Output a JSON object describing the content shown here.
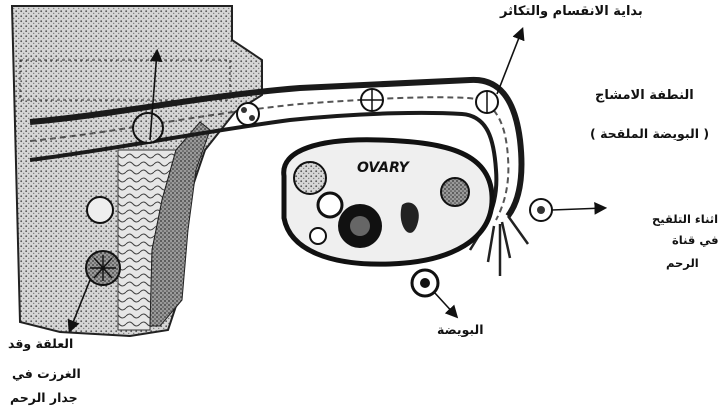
{
  "labels": {
    "cleavage_start": "بداية الانقسام والتكاثر",
    "embryo_line1": "النطفة الامشاج",
    "embryo_line2": "( البويضة الملقحة )",
    "fertilization_line1": "اثناء التلقيح",
    "fertilization_line2": "في قناة",
    "fertilization_line3": "الرحم",
    "ovum": "البويضة",
    "implantation_line1": "العلقة وقد",
    "implantation_line2": "الغرزت في",
    "implantation_line3": "جدار الرحم",
    "ovary": "OVARY"
  },
  "colors": {
    "ink": "#111111",
    "paper": "#ffffff",
    "tissue": "#bdbdbd"
  }
}
